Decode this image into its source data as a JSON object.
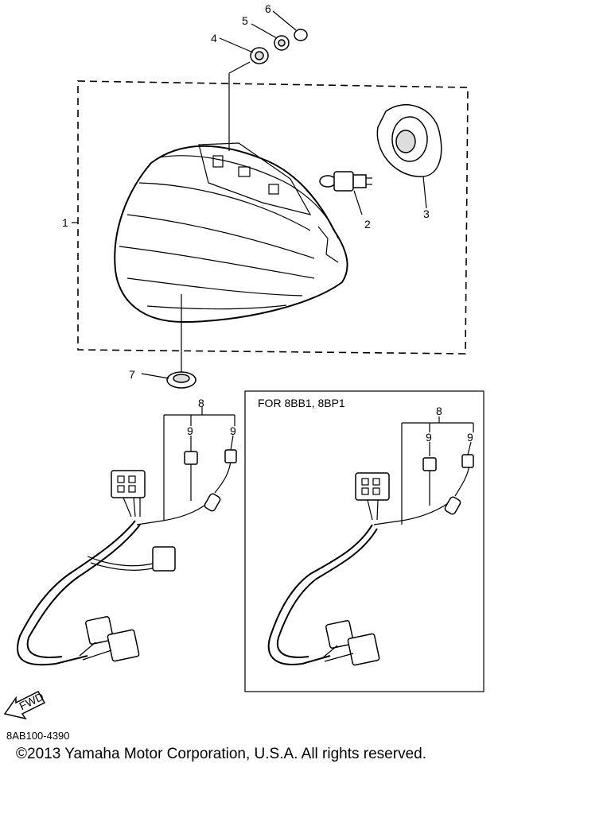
{
  "diagram": {
    "callouts": {
      "c1": "1",
      "c2": "2",
      "c3": "3",
      "c4": "4",
      "c5": "5",
      "c6": "6",
      "c7": "7",
      "c8a": "8",
      "c9a1": "9",
      "c9a2": "9",
      "c8b": "8",
      "c9b1": "9",
      "c9b2": "9"
    },
    "variant_box_label": "FOR 8BB1, 8BP1",
    "fwd_label": "FWD"
  },
  "footer": {
    "diagram_code": "8AB100-4390",
    "copyright": "©2013 Yamaha Motor Corporation, U.S.A. All rights reserved."
  }
}
